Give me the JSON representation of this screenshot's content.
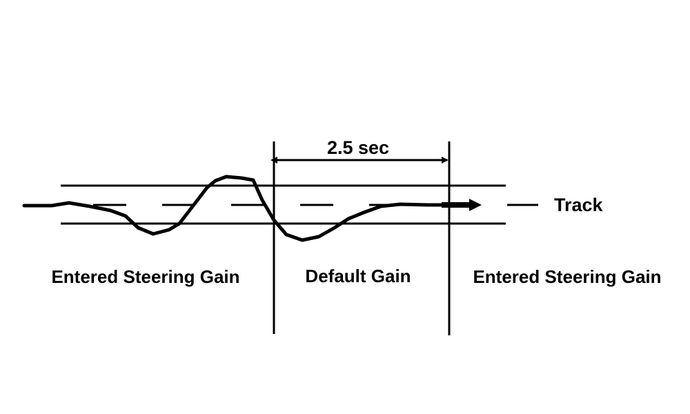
{
  "labels": {
    "time_interval": "2.5 sec",
    "track": "Track",
    "left_region": "Entered Steering Gain",
    "middle_region": "Default Gain",
    "right_region": "Entered Steering Gain"
  }
}
